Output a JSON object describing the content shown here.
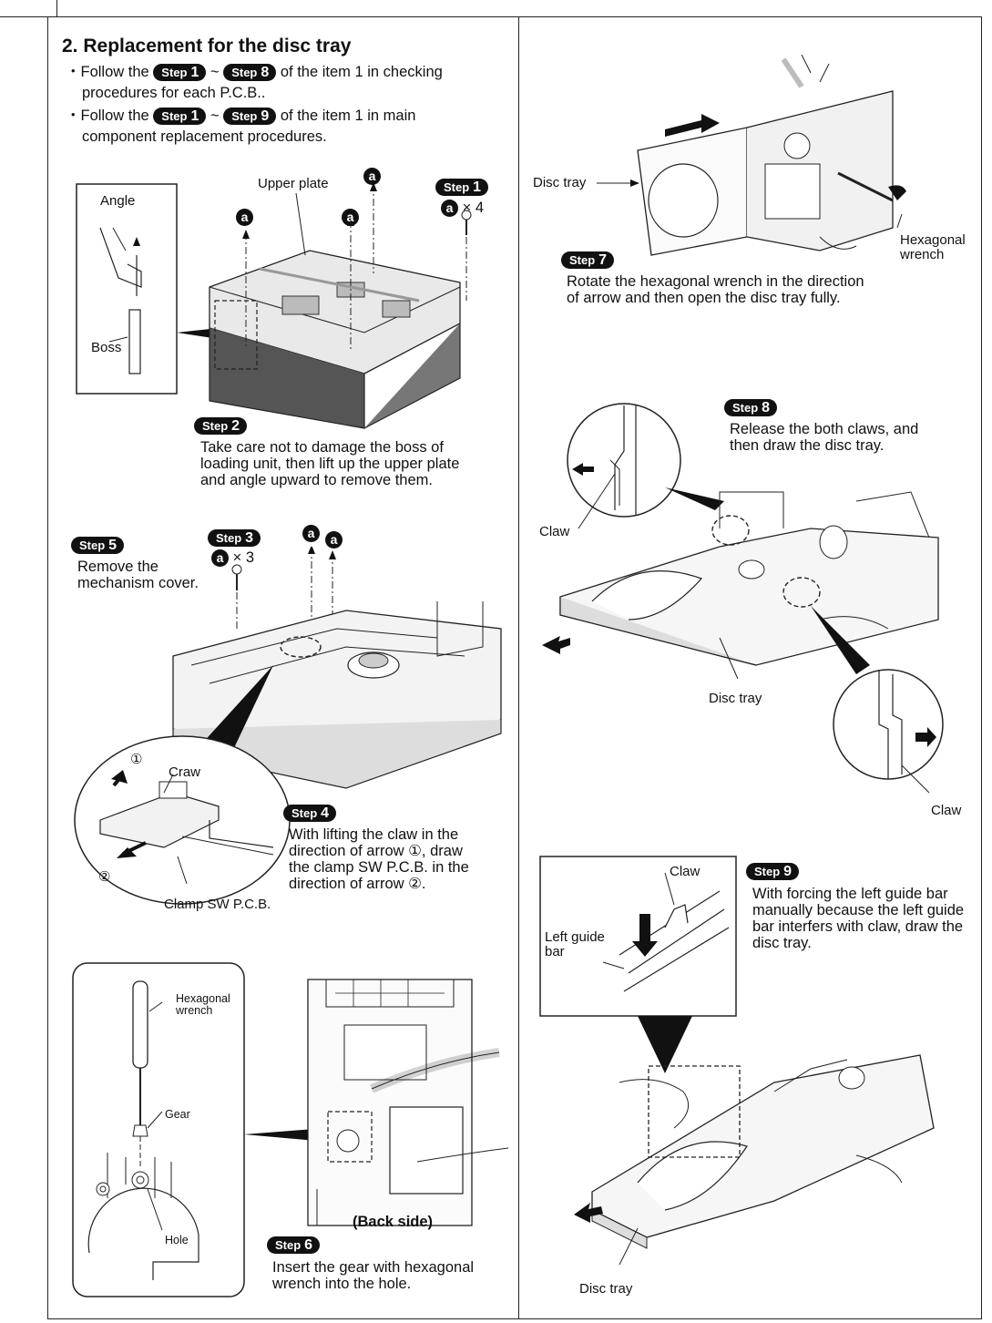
{
  "section_title": "2. Replacement for the disc tray",
  "bullets": [
    {
      "prefix": "・Follow the",
      "step_a": "1",
      "tilde": "~",
      "step_b": "8",
      "suffix": "of the item 1 in checking",
      "line2": "procedures for each P.C.B.."
    },
    {
      "prefix": "・Follow the",
      "step_a": "1",
      "tilde": "~",
      "step_b": "9",
      "suffix": "of the item 1 in main",
      "line2": "component replacement procedures."
    }
  ],
  "step_word": "Step",
  "marker": "a",
  "steps": {
    "s1": {
      "num": "1",
      "qty": "× 4"
    },
    "s2": {
      "num": "2",
      "lines": [
        "Take care not to damage the boss of",
        "loading unit, then lift up the upper plate",
        "and angle upward to remove them."
      ]
    },
    "s3": {
      "num": "3",
      "qty": "× 3"
    },
    "s4": {
      "num": "4",
      "lines": [
        "With lifting the claw in the",
        "direction of arrow ①, draw",
        "the clamp SW P.C.B. in the",
        "direction of arrow ②."
      ]
    },
    "s5": {
      "num": "5",
      "lines": [
        "Remove the",
        "mechanism cover."
      ]
    },
    "s6": {
      "num": "6",
      "lines": [
        "Insert the gear with hexagonal",
        "wrench into the hole."
      ]
    },
    "s7": {
      "num": "7",
      "lines": [
        "Rotate the hexagonal wrench in the direction",
        "of arrow and then open the disc tray fully."
      ]
    },
    "s8": {
      "num": "8",
      "lines": [
        "Release the both claws, and",
        "then draw the disc tray."
      ]
    },
    "s9": {
      "num": "9",
      "lines": [
        "With forcing the left guide bar",
        "manually because the left guide",
        "bar interfers with claw, draw the",
        "disc tray."
      ]
    }
  },
  "labels": {
    "angle": "Angle",
    "boss": "Boss",
    "upper_plate": "Upper plate",
    "craw": "Craw",
    "clamp_sw": "Clamp SW P.C.B.",
    "circ1": "①",
    "circ2": "②",
    "hex_wrench_l1": "Hexagonal",
    "hex_wrench_l2": "wrench",
    "gear": "Gear",
    "hole": "Hole",
    "back_side": "(Back side)",
    "disc_tray": "Disc tray",
    "claw": "Claw",
    "left_guide_l1": "Left guide",
    "left_guide_l2": "bar"
  }
}
